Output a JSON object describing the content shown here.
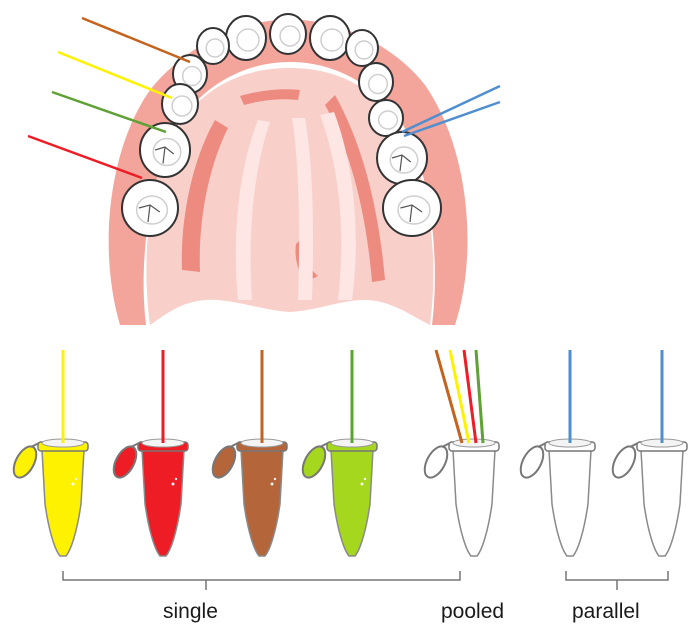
{
  "labels": {
    "single": "single",
    "pooled": "pooled",
    "parallel": "parallel"
  },
  "colors": {
    "gum": "#f3a59c",
    "gum_dark": "#ee8b80",
    "palate": "#f9cfca",
    "palate_light": "#fde6e3",
    "tooth_fill": "#ffffff",
    "tooth_stroke": "#333333",
    "yellow": "#fff200",
    "red": "#ee1c24",
    "brown": "#b5653a",
    "green": "#a6d71f",
    "green_line": "#5ea134",
    "blue": "#4f8fd0",
    "orange_line": "#c4621e",
    "bracket": "#777777"
  },
  "groups": [
    {
      "name": "single",
      "tubes": [
        {
          "fill": "yellow",
          "probes": [
            "yellow"
          ]
        },
        {
          "fill": "red",
          "probes": [
            "red"
          ]
        },
        {
          "fill": "brown",
          "probes": [
            "orange_line"
          ]
        },
        {
          "fill": "green",
          "probes": [
            "green_line"
          ]
        }
      ]
    },
    {
      "name": "pooled",
      "tubes": [
        {
          "fill": "none",
          "probes": [
            "orange_line",
            "yellow",
            "red",
            "green_line"
          ]
        }
      ]
    },
    {
      "name": "parallel",
      "tubes": [
        {
          "fill": "none",
          "probes": [
            "blue"
          ]
        },
        {
          "fill": "none",
          "probes": [
            "blue"
          ]
        }
      ]
    }
  ]
}
